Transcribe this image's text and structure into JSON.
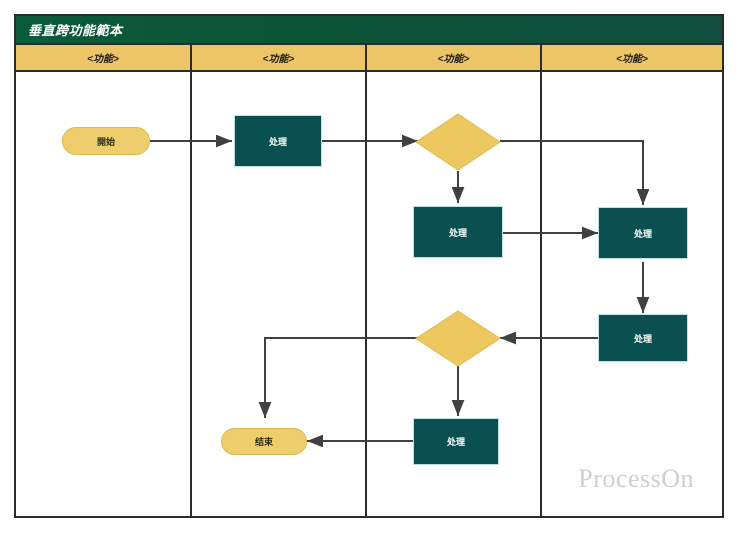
{
  "diagram": {
    "title": "垂直跨功能範本",
    "watermark": "ProcessOn",
    "colors": {
      "title_bar_green": "#0c5437",
      "lane_header_gold": "#ecc567",
      "process_teal": "#0a5050",
      "terminator_gold": "#eece6c",
      "decision_gold": "#edc85f",
      "connector_gray": "#404040",
      "border_dark": "#2b2b2b",
      "watermark_gray": "#cfcfcf"
    },
    "lanes": [
      {
        "label": "<功能>"
      },
      {
        "label": "<功能>"
      },
      {
        "label": "<功能>"
      },
      {
        "label": "<功能>"
      }
    ],
    "nodes": [
      {
        "id": "start",
        "type": "terminator",
        "label": "開始",
        "lane": 0
      },
      {
        "id": "proc1",
        "type": "process",
        "label": "处理",
        "lane": 1
      },
      {
        "id": "dec1",
        "type": "decision",
        "label": "",
        "lane": 2
      },
      {
        "id": "proc2",
        "type": "process",
        "label": "处理",
        "lane": 2
      },
      {
        "id": "proc3",
        "type": "process",
        "label": "处理",
        "lane": 3
      },
      {
        "id": "proc4",
        "type": "process",
        "label": "处理",
        "lane": 3
      },
      {
        "id": "dec2",
        "type": "decision",
        "label": "",
        "lane": 2
      },
      {
        "id": "proc5",
        "type": "process",
        "label": "处理",
        "lane": 2
      },
      {
        "id": "end",
        "type": "terminator",
        "label": "结束",
        "lane": 1
      }
    ],
    "edges": [
      {
        "from": "start",
        "to": "proc1"
      },
      {
        "from": "proc1",
        "to": "dec1"
      },
      {
        "from": "dec1",
        "to": "proc2"
      },
      {
        "from": "dec1",
        "to": "proc3"
      },
      {
        "from": "proc2",
        "to": "proc3"
      },
      {
        "from": "proc3",
        "to": "proc4"
      },
      {
        "from": "proc4",
        "to": "dec2"
      },
      {
        "from": "dec2",
        "to": "proc5"
      },
      {
        "from": "dec2",
        "to": "end"
      },
      {
        "from": "proc5",
        "to": "end"
      }
    ]
  }
}
